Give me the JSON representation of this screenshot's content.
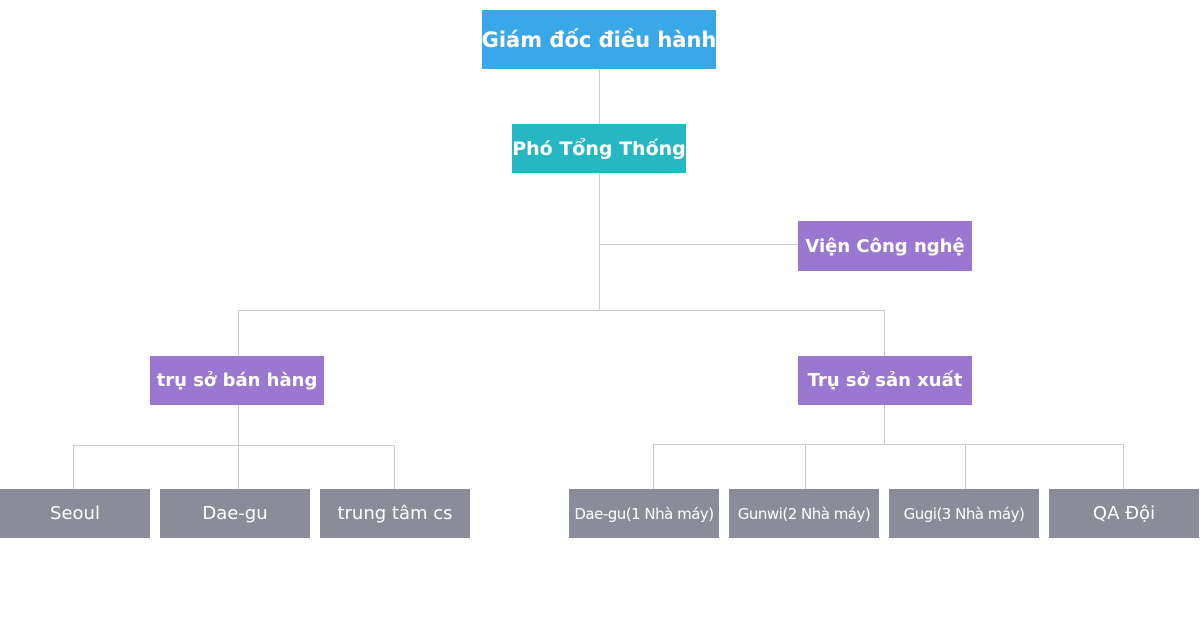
{
  "org_chart": {
    "ceo": "Giám đốc điều hành",
    "vice_president": "Phó Tổng Thống",
    "rnd": "Viện Công nghệ",
    "sales_hq": {
      "label": "trụ sở bán hàng",
      "children": [
        "Seoul",
        "Dae-gu",
        "trung tâm cs"
      ]
    },
    "production_hq": {
      "label": "Trụ sở sản xuất",
      "children": [
        "Dae-gu(1 Nhà máy)",
        "Gunwi(2 Nhà máy)",
        "Gugi(3 Nhà máy)",
        "QA Đội"
      ]
    }
  },
  "colors": {
    "ceo": "#3aa7e8",
    "vice_president": "#26b8c2",
    "division": "#9a78d1",
    "unit": "#8a8d99",
    "connector": "#cccccc"
  }
}
